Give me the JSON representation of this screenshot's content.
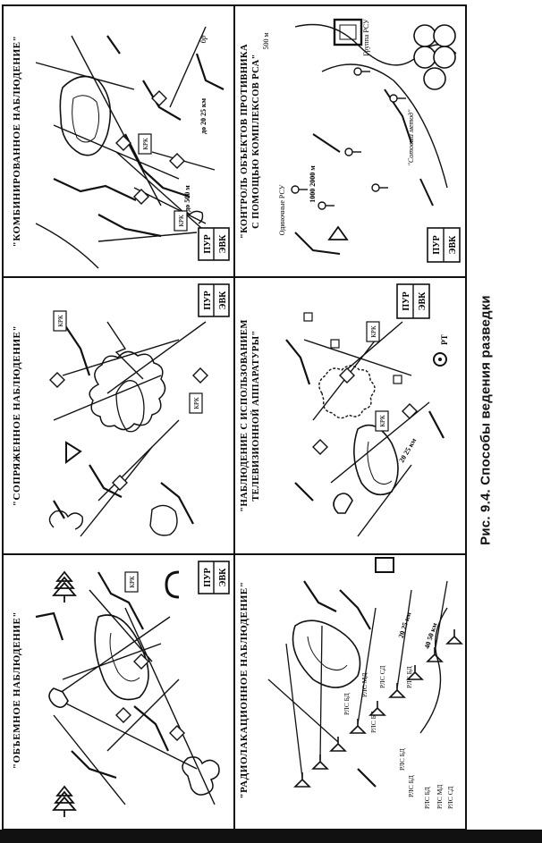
{
  "figure": {
    "caption": "Рис. 9.4. Способы ведения разведки",
    "panels": [
      {
        "id": "combined",
        "title_lines": [
          "\"КОМБИНИРОВАННОЕ НАБЛЮДЕНИЕ\""
        ],
        "labels": [
          "ПУР",
          "ЭВК",
          "КРК",
          "до 500 м",
          "КРК",
          "до 20 25 км",
          "бр"
        ]
      },
      {
        "id": "conjugate",
        "title_lines": [
          "\"СОПРЯЖЕННОЕ НАБЛЮДЕНИЕ\""
        ],
        "labels": [
          "ПУР",
          "ЭВК",
          "КРК",
          "КРК"
        ]
      },
      {
        "id": "volumetric",
        "title_lines": [
          "\"ОБЪЕМНОЕ НАБЛЮДЕНИЕ\""
        ],
        "labels": [
          "ПУР",
          "ЭВК",
          "КРК"
        ]
      },
      {
        "id": "rsa",
        "title_lines": [
          "\"КОНТРОЛЬ ОБЪЕКТОВ ПРОТИВНИКА",
          "С ПОМОЩЬЮ КОМПЛЕКСОВ РСА\""
        ],
        "labels": [
          "ПУР",
          "ЭВК",
          "Одиночные РСУ",
          "1000 2000 м",
          "500 м",
          "Группа РСУ",
          "\"Сотовый метод\""
        ]
      },
      {
        "id": "tv",
        "title_lines": [
          "\"НАБЛЮДЕНИЕ С ИСПОЛЬЗОВАНИЕМ",
          "ТЕЛЕВИЗИОННОЙ АППАРАТУРЫ\""
        ],
        "labels": [
          "ПУР",
          "ЭВК",
          "РТ",
          "КРК",
          "КРК",
          "20 25 км"
        ]
      },
      {
        "id": "radar",
        "title_lines": [
          "\"РАДИОЛАКАЦИОННОЕ НАБЛЮДЕНИЕ\""
        ],
        "labels": [
          "РЛС БД",
          "РЛС БД",
          "РЛС МД",
          "РЛС СД",
          "РЛС БД",
          "РЛС БД",
          "РЛС БД",
          "РЛС МД",
          "РЛС СД",
          "РЛС БД",
          "20 25 км",
          "40 50 км"
        ]
      }
    ]
  }
}
